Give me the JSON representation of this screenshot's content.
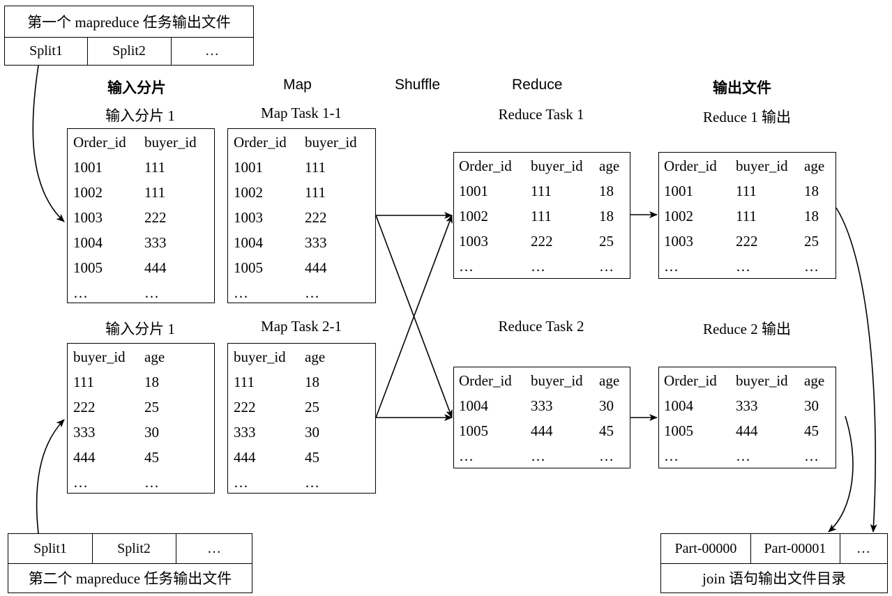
{
  "stage_headers": {
    "input": "输入分片",
    "map": "Map",
    "shuffle": "Shuffle",
    "reduce": "Reduce",
    "output": "输出文件"
  },
  "captions": {
    "input1": "输入分片 1",
    "map1": "Map Task 1-1",
    "input2": "输入分片 1",
    "map2": "Map Task 2-1",
    "reduce1": "Reduce Task 1",
    "reduce2": "Reduce Task 2",
    "out1": "Reduce 1 输出",
    "out2": "Reduce 2 输出"
  },
  "first_job": {
    "title": "第一个 mapreduce 任务输出文件",
    "splits": [
      "Split1",
      "Split2",
      "…"
    ]
  },
  "second_job": {
    "title": "第二个 mapreduce 任务输出文件",
    "splits": [
      "Split1",
      "Split2",
      "…"
    ]
  },
  "join_output": {
    "title": "join 语句输出文件目录",
    "parts": [
      "Part-00000",
      "Part-00001",
      "…"
    ]
  },
  "tables": {
    "input1": [
      [
        "Order_id",
        "buyer_id"
      ],
      [
        "1001",
        "111"
      ],
      [
        "1002",
        "111"
      ],
      [
        "1003",
        "222"
      ],
      [
        "1004",
        "333"
      ],
      [
        "1005",
        "444"
      ],
      [
        "…",
        "…"
      ]
    ],
    "map1": [
      [
        "Order_id",
        "buyer_id"
      ],
      [
        "1001",
        "111"
      ],
      [
        "1002",
        "111"
      ],
      [
        "1003",
        "222"
      ],
      [
        "1004",
        "333"
      ],
      [
        "1005",
        "444"
      ],
      [
        "…",
        "…"
      ]
    ],
    "input2": [
      [
        "buyer_id",
        "age"
      ],
      [
        "111",
        "18"
      ],
      [
        "222",
        "25"
      ],
      [
        "333",
        "30"
      ],
      [
        "444",
        "45"
      ],
      [
        "…",
        "…"
      ]
    ],
    "map2": [
      [
        "buyer_id",
        "age"
      ],
      [
        "111",
        "18"
      ],
      [
        "222",
        "25"
      ],
      [
        "333",
        "30"
      ],
      [
        "444",
        "45"
      ],
      [
        "…",
        "…"
      ]
    ],
    "reduce1": [
      [
        "Order_id",
        "buyer_id",
        "age"
      ],
      [
        "1001",
        "111",
        "18"
      ],
      [
        "1002",
        "111",
        "18"
      ],
      [
        "1003",
        "222",
        "25"
      ],
      [
        "…",
        "…",
        "…"
      ]
    ],
    "out1": [
      [
        "Order_id",
        "buyer_id",
        "age"
      ],
      [
        "1001",
        "111",
        "18"
      ],
      [
        "1002",
        "111",
        "18"
      ],
      [
        "1003",
        "222",
        "25"
      ],
      [
        "…",
        "…",
        "…"
      ]
    ],
    "reduce2": [
      [
        "Order_id",
        "buyer_id",
        "age"
      ],
      [
        "1004",
        "333",
        "30"
      ],
      [
        "1005",
        "444",
        "45"
      ],
      [
        "…",
        "…",
        "…"
      ]
    ],
    "out2": [
      [
        "Order_id",
        "buyer_id",
        "age"
      ],
      [
        "1004",
        "333",
        "30"
      ],
      [
        "1005",
        "444",
        "45"
      ],
      [
        "…",
        "…",
        "…"
      ]
    ]
  }
}
